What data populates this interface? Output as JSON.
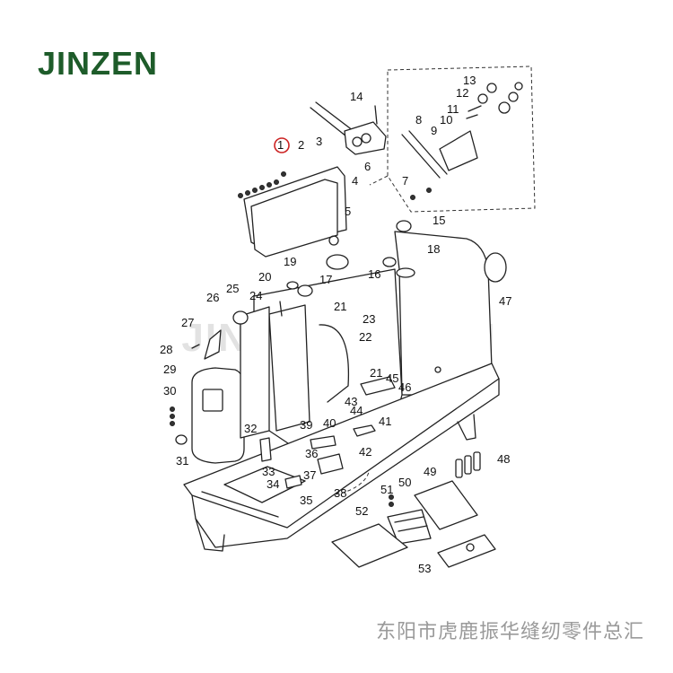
{
  "brand": {
    "text": "JINZEN",
    "color": "#1e5c2a"
  },
  "watermark": {
    "text": "JINZEN JINZEN JINZEN",
    "color": "#9a9a9a"
  },
  "footer": {
    "text": "东阳市虎鹿振华缝纫零件总汇",
    "color": "#9a9a9a"
  },
  "highlight": {
    "part": "1",
    "color": "#cc2222"
  },
  "part_labels": [
    "1",
    "2",
    "3",
    "4",
    "5",
    "6",
    "7",
    "8",
    "9",
    "10",
    "11",
    "12",
    "13",
    "14",
    "15",
    "16",
    "17",
    "18",
    "19",
    "20",
    "21",
    "21",
    "22",
    "23",
    "24",
    "25",
    "26",
    "27",
    "28",
    "29",
    "30",
    "31",
    "32",
    "33",
    "34",
    "35",
    "36",
    "37",
    "38",
    "39",
    "40",
    "41",
    "42",
    "43",
    "44",
    "45",
    "46",
    "47",
    "48",
    "49",
    "50",
    "51",
    "52",
    "53"
  ]
}
